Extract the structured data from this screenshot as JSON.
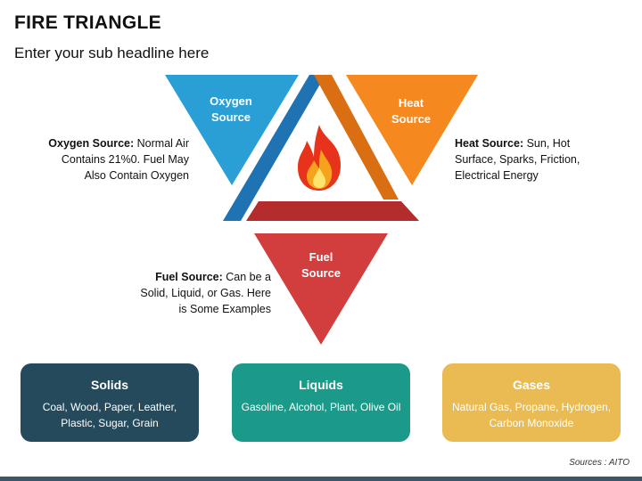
{
  "header": {
    "title": "FIRE TRIANGLE",
    "subtitle": "Enter your sub headline here"
  },
  "triangles": {
    "oxygen": {
      "line1": "Oxygen",
      "line2": "Source",
      "color": "#2a9fd6"
    },
    "heat": {
      "line1": "Heat",
      "line2": "Source",
      "color": "#f5891f"
    },
    "fuel": {
      "line1": "Fuel",
      "line2": "Source",
      "color": "#d23e3e"
    }
  },
  "frame_colors": {
    "left": "#1f73b3",
    "right": "#d96e12",
    "bottom": "#b52c2c"
  },
  "flame_icon": "flame-icon",
  "descriptions": {
    "oxygen": {
      "label": "Oxygen Source:",
      "text": " Normal Air Contains 21%0. Fuel May Also Contain Oxygen"
    },
    "heat": {
      "label": "Heat Source:",
      "text": " Sun, Hot Surface, Sparks, Friction, Electrical Energy"
    },
    "fuel": {
      "label": "Fuel Source:",
      "text": " Can be a Solid, Liquid, or Gas. Here is Some Examples"
    }
  },
  "cards": [
    {
      "title": "Solids",
      "body": "Coal, Wood, Paper, Leather, Plastic, Sugar, Grain",
      "color": "#244a5c"
    },
    {
      "title": "Liquids",
      "body": "Gasoline, Alcohol, Plant, Olive Oil",
      "color": "#1b9a8a"
    },
    {
      "title": "Gases",
      "body": "Natural Gas, Propane, Hydrogen, Carbon Monoxide",
      "color": "#e9bb52"
    }
  ],
  "footer": {
    "sources": "Sources : AITO"
  }
}
